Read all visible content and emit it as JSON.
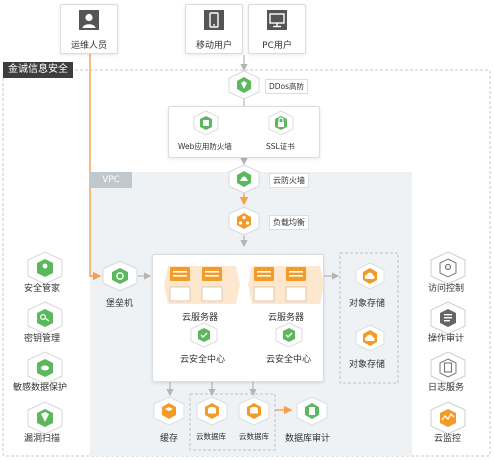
{
  "users": {
    "ops": "运维人员",
    "mobile": "移动用户",
    "pc": "PC用户"
  },
  "region_title": "金诚信息安全",
  "vpc_title": "VPC",
  "nodes": {
    "ddos": "DDos高防",
    "waf": "Web应用防火墙",
    "ssl": "SSL证书",
    "cloud_firewall": "云防火墙",
    "slb": "负载均衡",
    "bastion": "堡垒机",
    "ecs1": "云服务器",
    "ecs2": "云服务器",
    "sec_center1": "云安全中心",
    "sec_center2": "云安全中心",
    "oss1": "对象存储",
    "oss2": "对象存储",
    "cache": "缓存",
    "db1": "云数据库",
    "db2": "云数据库",
    "db_audit": "数据库审计"
  },
  "left_services": [
    "安全管家",
    "密钥管理",
    "敏感数据保护",
    "漏洞扫描"
  ],
  "right_services": [
    "访问控制",
    "操作审计",
    "日志服务",
    "云监控"
  ],
  "colors": {
    "green": "#5cb85c",
    "orange": "#f39a28",
    "line_orange": "#f5a14a",
    "line_gray": "#b5b5b5",
    "region_bg": "#eef2f5",
    "region_label_bg": "#3d3d3d"
  },
  "icons": {
    "ops": "user-icon",
    "mobile": "mobile-icon",
    "pc": "monitor-icon",
    "security_nodes": "green-shield-hexagon-icon",
    "servers": "orange-server-cube-icon",
    "storage": "orange-cloud-icon",
    "right_services": "gray-hexagon-icon"
  }
}
